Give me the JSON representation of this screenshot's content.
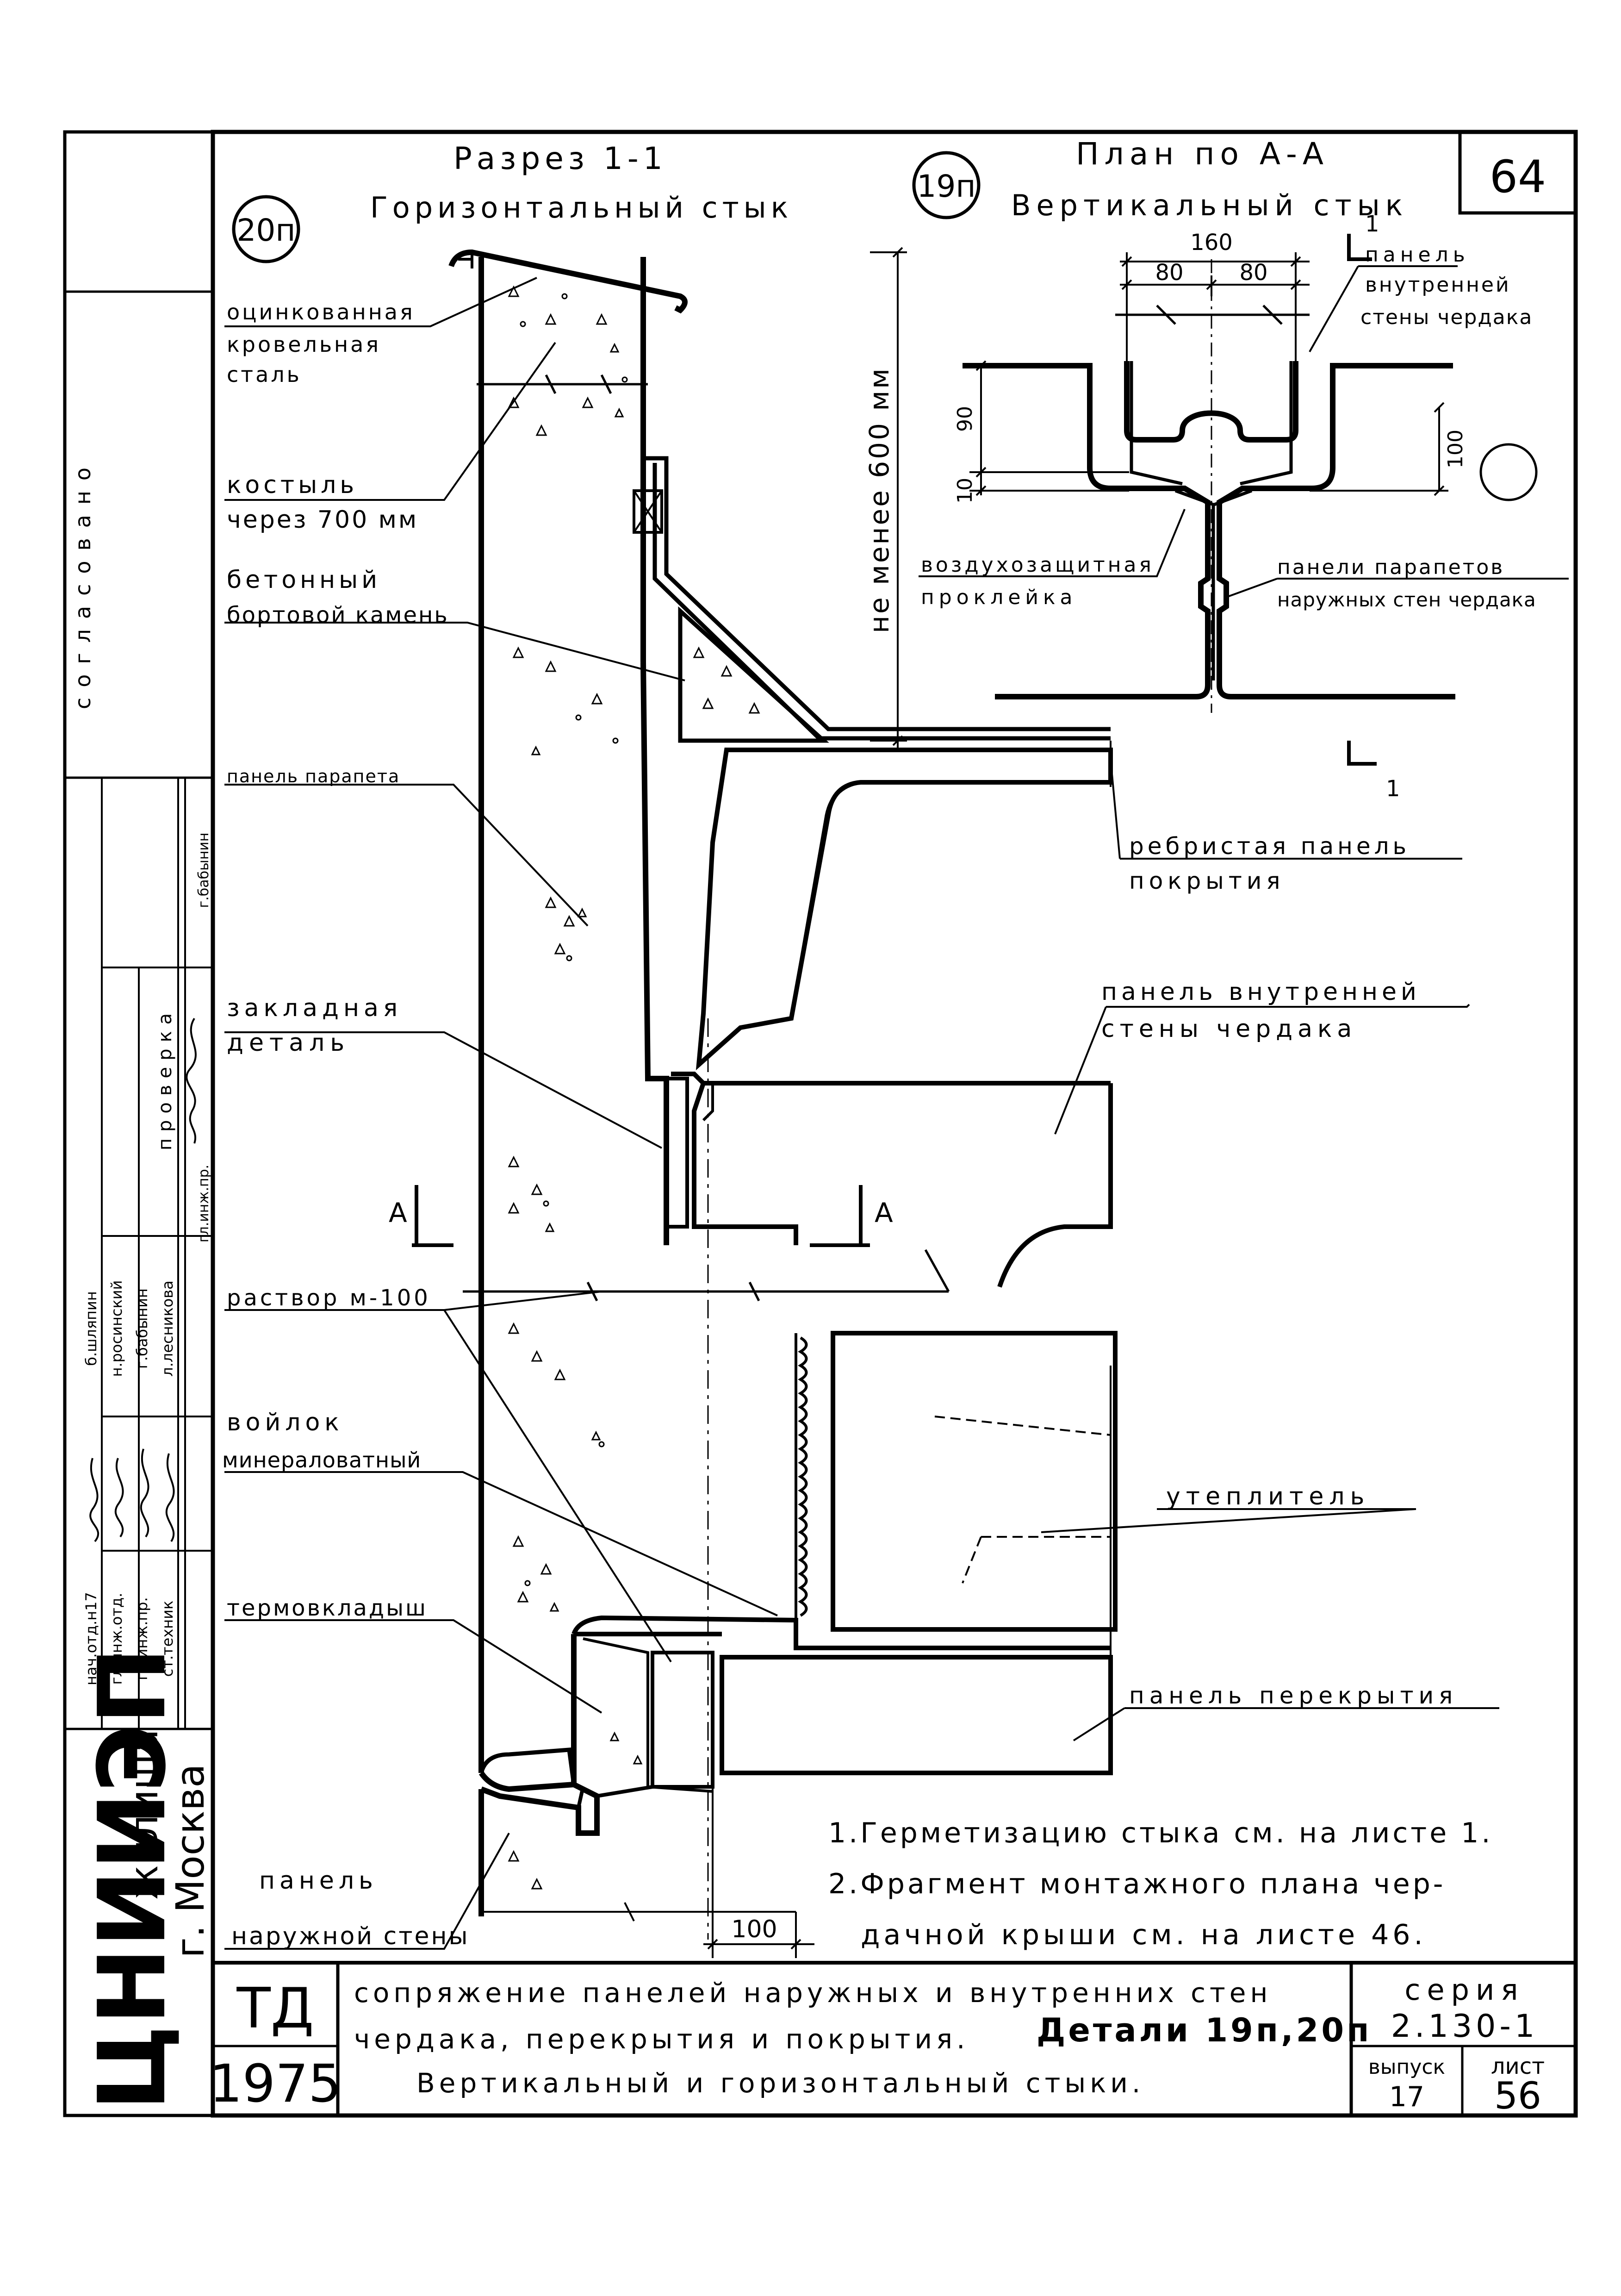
{
  "sheet_corner_number": "64",
  "section": {
    "badge": "20п",
    "title_line1": "Разрез 1-1",
    "title_line2": "Горизонтальный стык"
  },
  "plan": {
    "badge": "19п",
    "title_line1": "План по А-А",
    "title_line2": "Вертикальный стык",
    "dim_total": "160",
    "dim_left": "80",
    "dim_right": "80",
    "dim_90": "90",
    "dim_10": "10",
    "dim_100": "100",
    "cut_mark_top": "1",
    "cut_mark_bottom": "1",
    "labels": {
      "inner_wall_panel": [
        "панель",
        "внутренней",
        "стены чердака"
      ],
      "air_seal": [
        "воздухозащитная",
        "проклейка"
      ],
      "parapet_panels": [
        "панели парапетов",
        "наружных стен чердака"
      ]
    }
  },
  "section_labels": {
    "steel": [
      "оцинкованная",
      "кровельная",
      "сталь"
    ],
    "crutch": [
      "костыль",
      "через 700 мм"
    ],
    "curb": [
      "бетонный",
      "бортовой камень"
    ],
    "parapet_panel": [
      "панель парапета"
    ],
    "embedded": [
      "закладная",
      "деталь"
    ],
    "mortar": [
      "раствор м-100"
    ],
    "felt": [
      "войлок",
      "минераловатный"
    ],
    "thermal_insert": [
      "термовкладыш"
    ],
    "outer_wall": [
      "панель",
      "наружной стены"
    ],
    "ribbed_panel": [
      "ребристая панель",
      "покрытия"
    ],
    "inner_attic_wall": [
      "панель внутренней",
      "стены чердака"
    ],
    "insulation": [
      "утеплитель"
    ],
    "floor_panel": [
      "панель перекрытия"
    ],
    "min_height": "не менее 600 мм",
    "dim_bottom": "100",
    "cut_a_left": "А",
    "cut_a_right": "А"
  },
  "notes": [
    "1.Герметизацию стыка см. на листе 1.",
    "2.Фрагмент монтажного плана чер-",
    "дачной крыши см. на листе 46."
  ],
  "left_strip": {
    "agreed": "согласовано",
    "check_header": "проверка",
    "check_role": "гл.инж.пр.",
    "check_name": "г.бабынин",
    "roles": [
      "нач.отд.н17",
      "гл.инж.отд.",
      "гл.инж.пр.",
      "ст.техник"
    ],
    "names": [
      "б.шляпин",
      "н.росинский",
      "г.бабынин",
      "л.лесникова"
    ],
    "org_logo": "ЦНИИЭП",
    "org_name": "жилища",
    "org_city": "г. Москва"
  },
  "title_block": {
    "code": "ТД",
    "year": "1975",
    "desc_line1": "сопряжение панелей наружных и внутренних стен",
    "desc_line2": "чердака, перекрытия и покрытия.",
    "desc_line2b": "Детали 19п,20п",
    "desc_line3": "Вертикальный и горизонтальный стыки.",
    "series_label": "серия",
    "series_value": "2.130-1",
    "issue_label": "выпуск",
    "issue_value": "17",
    "sheet_label": "лист",
    "sheet_value": "56"
  }
}
